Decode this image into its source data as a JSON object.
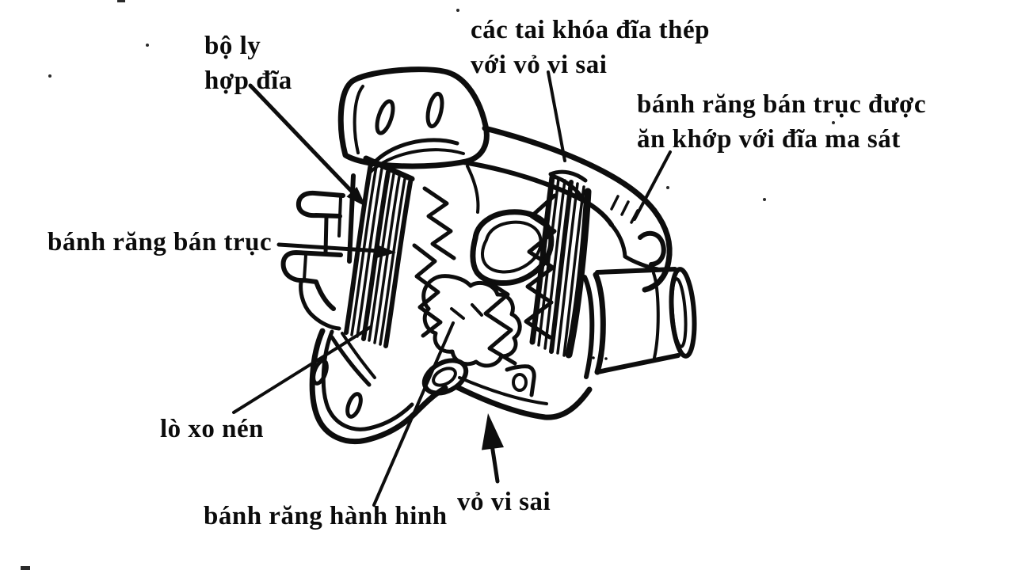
{
  "figure": {
    "background": "#ffffff",
    "ink": "#0d0d0d",
    "labels": {
      "clutch_pack": {
        "line1": "bộ ly",
        "line2": "hợp đĩa"
      },
      "steel_disc_tabs": {
        "line1": "các tai khóa đĩa thép",
        "line2": "với vỏ vi sai"
      },
      "side_gear_meshed": {
        "line1": "bánh răng bán trục được",
        "line2": "ăn khớp với đĩa ma sát"
      },
      "side_gear": {
        "line1": "bánh răng bán trục"
      },
      "compression_spring": {
        "line1": "lò xo nén"
      },
      "planet_gear": {
        "line1": "bánh răng hành hinh"
      },
      "diff_case": {
        "line1": "vỏ vi sai"
      }
    }
  }
}
